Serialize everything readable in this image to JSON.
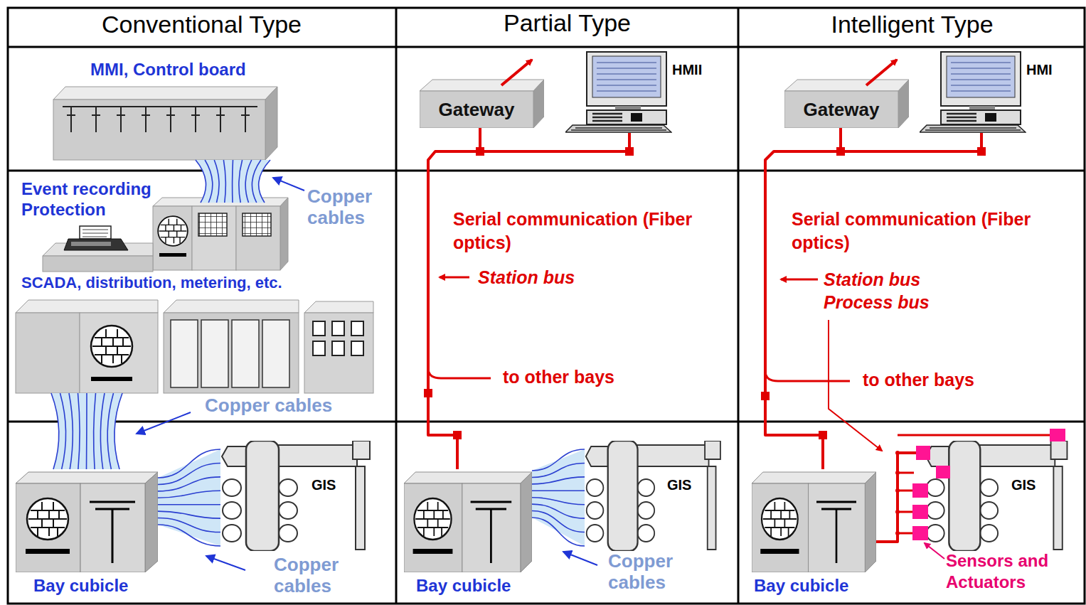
{
  "diagram": {
    "nodes": [
      {
        "text": [
          "MMI, Control board"
        ]
      },
      {
        "text": [
          "Event recording Protection"
        ]
      },
      {
        "text": [
          "SCADA, distribution, metering, etc."
        ]
      },
      {
        "text": [
          "Bay cubicle"
        ]
      },
      {
        "text": [
          "GIS"
        ]
      },
      {
        "text": [
          "Gateway"
        ]
      },
      {
        "text": [
          "HMII"
        ]
      },
      {
        "text": [
          "Bay cubicle"
        ]
      },
      {
        "text": [
          "GIS"
        ]
      },
      {
        "text": [
          "Gateway"
        ]
      },
      {
        "text": [
          "HMI"
        ]
      },
      {
        "text": [
          "Bay cubicle"
        ]
      },
      {
        "text": [
          "GIS"
        ]
      }
    ],
    "edges": [
      {
        "from": 0,
        "to": 1,
        "arrow": "none"
      },
      {
        "from": 2,
        "to": 3,
        "arrow": "none"
      },
      {
        "from": 3,
        "to": 4,
        "arrow": "none"
      },
      {
        "from": 5,
        "to": 6,
        "arrow": "none"
      },
      {
        "from": 5,
        "to": 7,
        "arrow": "none"
      },
      {
        "from": 7,
        "to": 8,
        "arrow": "none"
      },
      {
        "from": 9,
        "to": 10,
        "arrow": "none"
      },
      {
        "from": 9,
        "to": 11,
        "arrow": "none"
      },
      {
        "from": 11,
        "to": 12,
        "arrow": "none"
      }
    ],
    "labels": [
      "Conventional Type",
      "Partial Type",
      "Intelligent Type",
      "Copper cables",
      "Copper cables",
      "Copper cables",
      "Serial communication (Fiber optics)",
      "Station bus",
      "to other bays",
      "Copper cables",
      "Serial communication (Fiber optics)",
      "Station bus",
      "Process bus",
      "to other bays",
      "Sensors and Actuators"
    ]
  }
}
